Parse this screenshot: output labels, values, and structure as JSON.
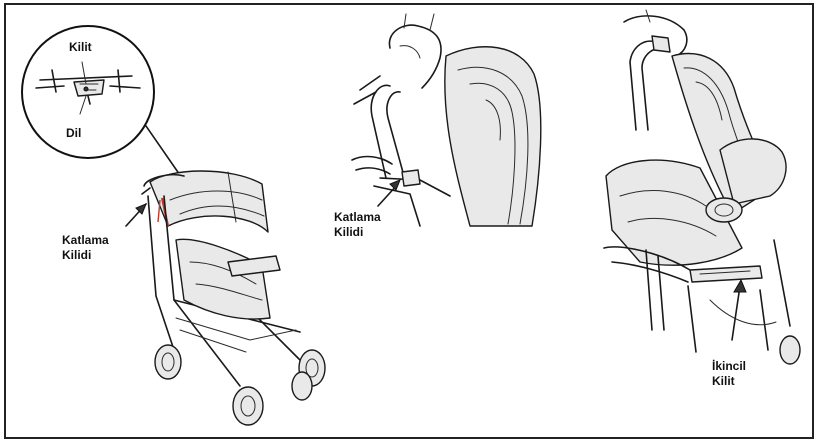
{
  "labels": {
    "kilit": "Kilit",
    "dil": "Dil",
    "katlama_kilidi_left": "Katlama\nKilidi",
    "katlama_kilidi_middle": "Katlama\nKilidi",
    "ikincil_kilit": "İkincil\nKilit"
  },
  "colors": {
    "line": "#1a1a1a",
    "accent_red": "#c0392b",
    "fill_gray": "#e9e9e9"
  },
  "icons": [
    "magnifier-detail",
    "stroller-open",
    "hands-folding",
    "stroller-folded",
    "arrow"
  ]
}
